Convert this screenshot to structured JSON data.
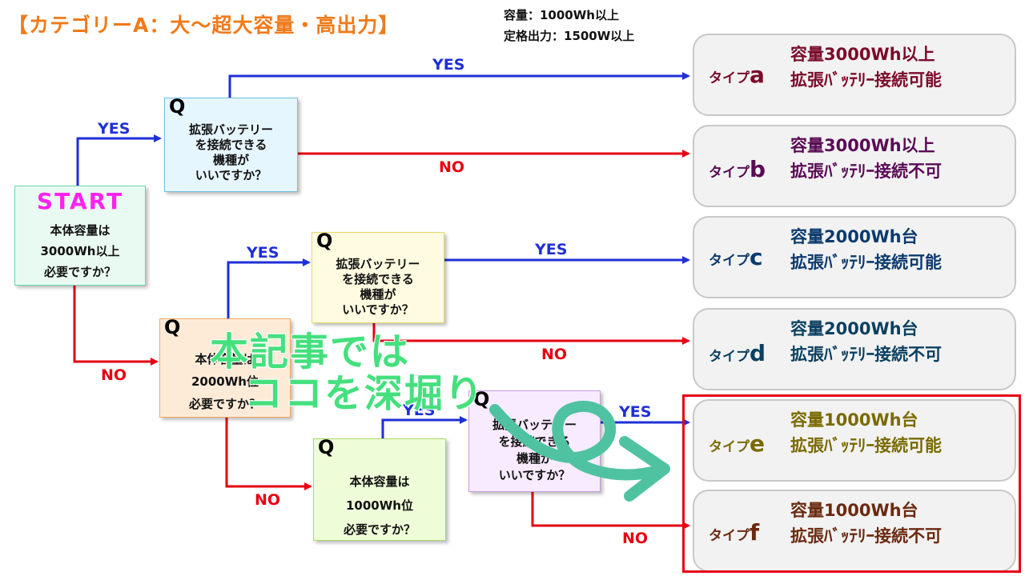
{
  "title": "【カテゴリーA：大〜超大容量・高出力】",
  "conditions": {
    "line1": "容量：1000Wh以上",
    "line2": "定格出力：1500W以上"
  },
  "start": {
    "label": "START",
    "line1": "本体容量は",
    "line2": "3000Wh以上",
    "line3": "必要ですか？"
  },
  "questions": {
    "q_mark": "Q",
    "battery_q": {
      "line1": "拡張バッテリー",
      "line2": "を接続できる",
      "line3": "機種が",
      "line4": "いいですか？"
    },
    "q2000": {
      "line1": "本体容量は",
      "line2": "2000Wh位",
      "line3": "必要ですか？"
    },
    "q1000": {
      "line1": "本体容量は",
      "line2": "1000Wh位",
      "line3": "必要ですか？"
    }
  },
  "answers": {
    "yes": "YES",
    "no": "NO"
  },
  "results": [
    {
      "type_prefix": "タイプ",
      "type_letter": "a",
      "capacity": "容量3000Wh以上",
      "battery": "拡張ﾊﾞｯﾃﾘｰ接続可能",
      "color": "#7b0a2a"
    },
    {
      "type_prefix": "タイプ",
      "type_letter": "b",
      "capacity": "容量3000Wh以上",
      "battery": "拡張ﾊﾞｯﾃﾘｰ接続不可",
      "color": "#5a0a55"
    },
    {
      "type_prefix": "タイプ",
      "type_letter": "c",
      "capacity": "容量2000Wh台",
      "battery": "拡張ﾊﾞｯﾃﾘｰ接続可能",
      "color": "#0b3a6e"
    },
    {
      "type_prefix": "タイプ",
      "type_letter": "d",
      "capacity": "容量2000Wh台",
      "battery": "拡張ﾊﾞｯﾃﾘｰ接続不可",
      "color": "#0b4060"
    },
    {
      "type_prefix": "タイプ",
      "type_letter": "e",
      "capacity": "容量1000Wh台",
      "battery": "拡張ﾊﾞｯﾃﾘｰ接続可能",
      "color": "#7a6a00"
    },
    {
      "type_prefix": "タイプ",
      "type_letter": "f",
      "capacity": "容量1000Wh台",
      "battery": "拡張ﾊﾞｯﾃﾘｰ接続不可",
      "color": "#6b2a10"
    }
  ],
  "overlay": {
    "line1": "本記事では",
    "line2": "ココを深堀り"
  },
  "colors": {
    "yes_arrow": "#1f2fd8",
    "no_arrow": "#e60012",
    "overlay": "#45e07e",
    "title": "#f07a1a",
    "start": "#ff22ee",
    "highlight": "#e60012",
    "swirl": "#4fc3a1"
  }
}
